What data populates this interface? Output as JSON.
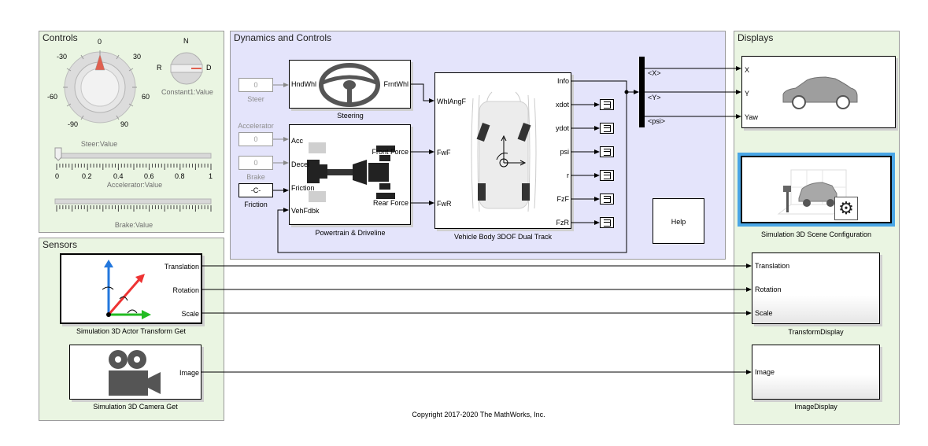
{
  "areas": {
    "controls": "Controls",
    "sensors": "Sensors",
    "dynamics": "Dynamics and Controls",
    "displays": "Displays"
  },
  "controls": {
    "knob_ticks": [
      "-90",
      "-60",
      "-30",
      "0",
      "30",
      "60",
      "90"
    ],
    "knob_label": "Steer:Value",
    "selector": {
      "n": "N",
      "r": "R",
      "d": "D",
      "label": "Constant1:Value"
    },
    "accel_ticks": [
      "0",
      "0.2",
      "0.4",
      "0.6",
      "0.8",
      "1"
    ],
    "accel_label": "Accelerator:Value",
    "brake_label": "Brake:Value"
  },
  "dynamics": {
    "steer_input": {
      "value": "0",
      "label": "Steer"
    },
    "accel_input": {
      "value": "0",
      "label": "Accelerator"
    },
    "brake_input": {
      "value": "0",
      "label": "Brake"
    },
    "friction_input": {
      "value": "-C-",
      "label": "Friction"
    },
    "steering": {
      "in": "HndWhl",
      "out": "FrntWhl",
      "label": "Steering"
    },
    "powertrain": {
      "in1": "Acc",
      "in2": "Decel",
      "in3": "Friction",
      "in4": "VehFdbk",
      "out1": "Front Force",
      "out2": "Rear Force",
      "label": "Powertrain & Driveline"
    },
    "vehicle": {
      "in1": "WhlAngF",
      "in2": "FwF",
      "in3": "FwR",
      "outs": [
        "Info",
        "xdot",
        "ydot",
        "psi",
        "r",
        "FzF",
        "FzR"
      ],
      "label": "Vehicle Body 3DOF Dual Track"
    },
    "help": "Help",
    "bus": [
      "<X>",
      "<Y>",
      "<psi>"
    ]
  },
  "sensors": {
    "actor_get": {
      "outs": [
        "Translation",
        "Rotation",
        "Scale"
      ],
      "label": "Simulation 3D Actor Transform Get"
    },
    "camera_get": {
      "out": "Image",
      "label": "Simulation 3D Camera Get"
    }
  },
  "displays": {
    "vehicle_display": {
      "ins": [
        "X",
        "Y",
        "Yaw"
      ]
    },
    "scene_config": {
      "label": "Simulation 3D Scene Configuration"
    },
    "transform_display": {
      "ins": [
        "Translation",
        "Rotation",
        "Scale"
      ],
      "label": "TransformDisplay"
    },
    "image_display": {
      "in": "Image",
      "label": "ImageDisplay"
    }
  },
  "copyright": "Copyright 2017-2020 The MathWorks, Inc."
}
